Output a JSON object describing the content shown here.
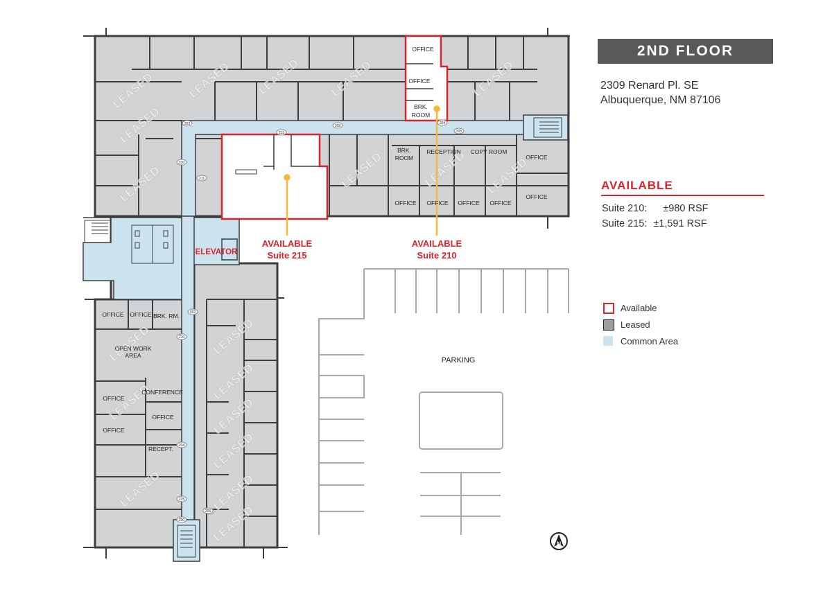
{
  "header": {
    "floor_title": "2ND FLOOR"
  },
  "address": {
    "line1": "2309 Renard Pl. SE",
    "line2": "Albuquerque, NM 87106"
  },
  "availability": {
    "title": "AVAILABLE",
    "suites": [
      {
        "label": "Suite 210:",
        "area": "±980 RSF"
      },
      {
        "label": "Suite 215:",
        "area": "±1,591 RSF"
      }
    ]
  },
  "legend": [
    {
      "label": "Available",
      "color": "#d6252c",
      "style": "outline"
    },
    {
      "label": "Leased",
      "color": "#9d9fa2",
      "style": "fill"
    },
    {
      "label": "Common Area",
      "color": "#cbe3ef",
      "style": "fill"
    }
  ],
  "map": {
    "leased_watermark": "LEASED",
    "callouts": [
      {
        "line1": "AVAILABLE",
        "line2": "Suite 215"
      },
      {
        "line1": "AVAILABLE",
        "line2": "Suite 210"
      }
    ],
    "elevator_label": "ELEVATOR",
    "parking_label": "PARKING",
    "rooms": {
      "office": "OFFICE",
      "brk_room_1": "BRK.",
      "brk_room_2": "ROOM",
      "reception": "RECEPTION",
      "copy_room": "COPY ROOM",
      "open_work_1": "OPEN WORK",
      "open_work_2": "AREA",
      "brk_rm": "BRK. RM.",
      "conference": "CONFERENCE",
      "recept": "RECEPT."
    },
    "tags": [
      "215",
      "211",
      "220",
      "203",
      "209",
      "204",
      "205",
      "202",
      "210",
      "202",
      "225",
      "204",
      "206",
      "200"
    ],
    "north_symbol": "N",
    "colors": {
      "leased": "#d1d3d4",
      "common": "#cbe3ef",
      "available": "#d6252c",
      "callout_line": "#f6b83c"
    }
  }
}
